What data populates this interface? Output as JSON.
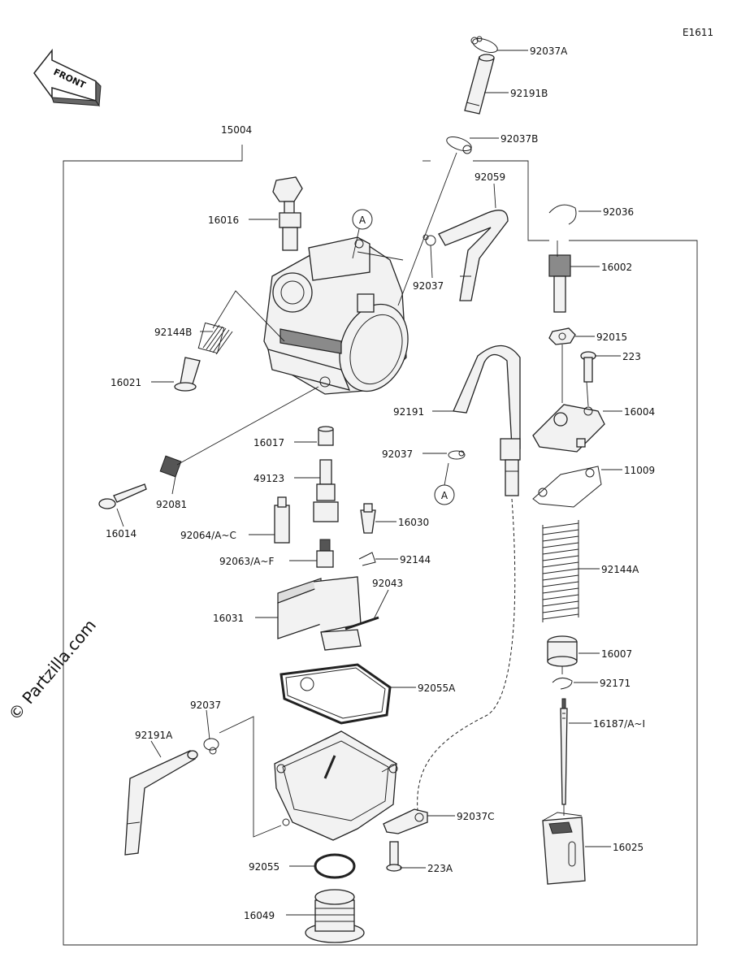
{
  "diagram": {
    "code": "E1611",
    "front_label": "FRONT",
    "watermark": "© Partzilla.com",
    "callout_a": "A",
    "assembly_label": "15004",
    "labels": {
      "l_92037A": "92037A",
      "l_92191B": "92191B",
      "l_92037B": "92037B",
      "l_15004": "15004",
      "l_92059": "92059",
      "l_92036": "92036",
      "l_16016": "16016",
      "l_92037_top": "92037",
      "l_16002": "16002",
      "l_92144B": "92144B",
      "l_92015": "92015",
      "l_223": "223",
      "l_16021": "16021",
      "l_92191": "92191",
      "l_16004": "16004",
      "l_16017": "16017",
      "l_92037_mid": "92037",
      "l_11009": "11009",
      "l_49123": "49123",
      "l_92081": "92081",
      "l_16030": "16030",
      "l_16014": "16014",
      "l_92064": "92064/A~C",
      "l_92063": "92063/A~F",
      "l_92144": "92144",
      "l_92043": "92043",
      "l_92144A": "92144A",
      "l_16031": "16031",
      "l_16007": "16007",
      "l_92055A": "92055A",
      "l_92171": "92171",
      "l_92037_low": "92037",
      "l_16187": "16187/A~I",
      "l_92191A": "92191A",
      "l_92037C": "92037C",
      "l_16025": "16025",
      "l_92055": "92055",
      "l_223A": "223A",
      "l_16049": "16049"
    }
  }
}
